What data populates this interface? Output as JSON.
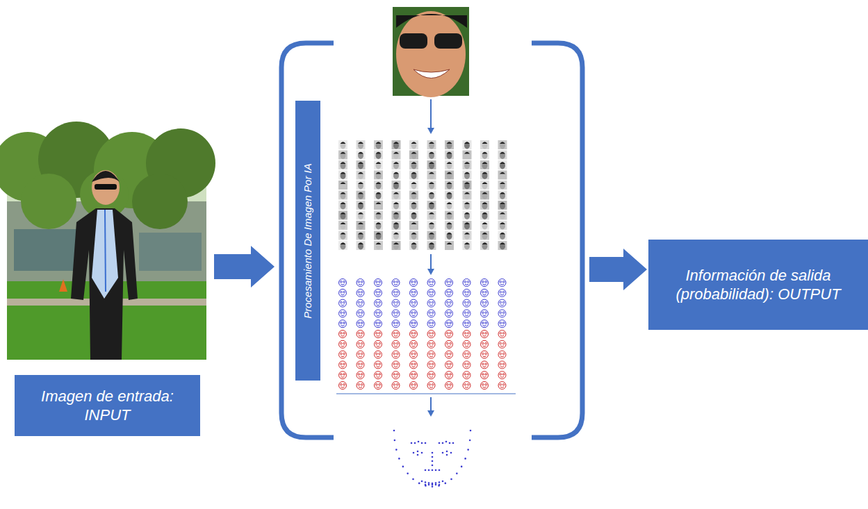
{
  "diagram": {
    "nodes": [
      {
        "text": [
          "Imagen de entrada: INPUT"
        ]
      },
      {
        "text": [
          "Procesamiento De Imagen Por IA"
        ]
      },
      {
        "text": [
          "Información de salida (probabilidad): OUTPUT"
        ]
      }
    ]
  }
}
